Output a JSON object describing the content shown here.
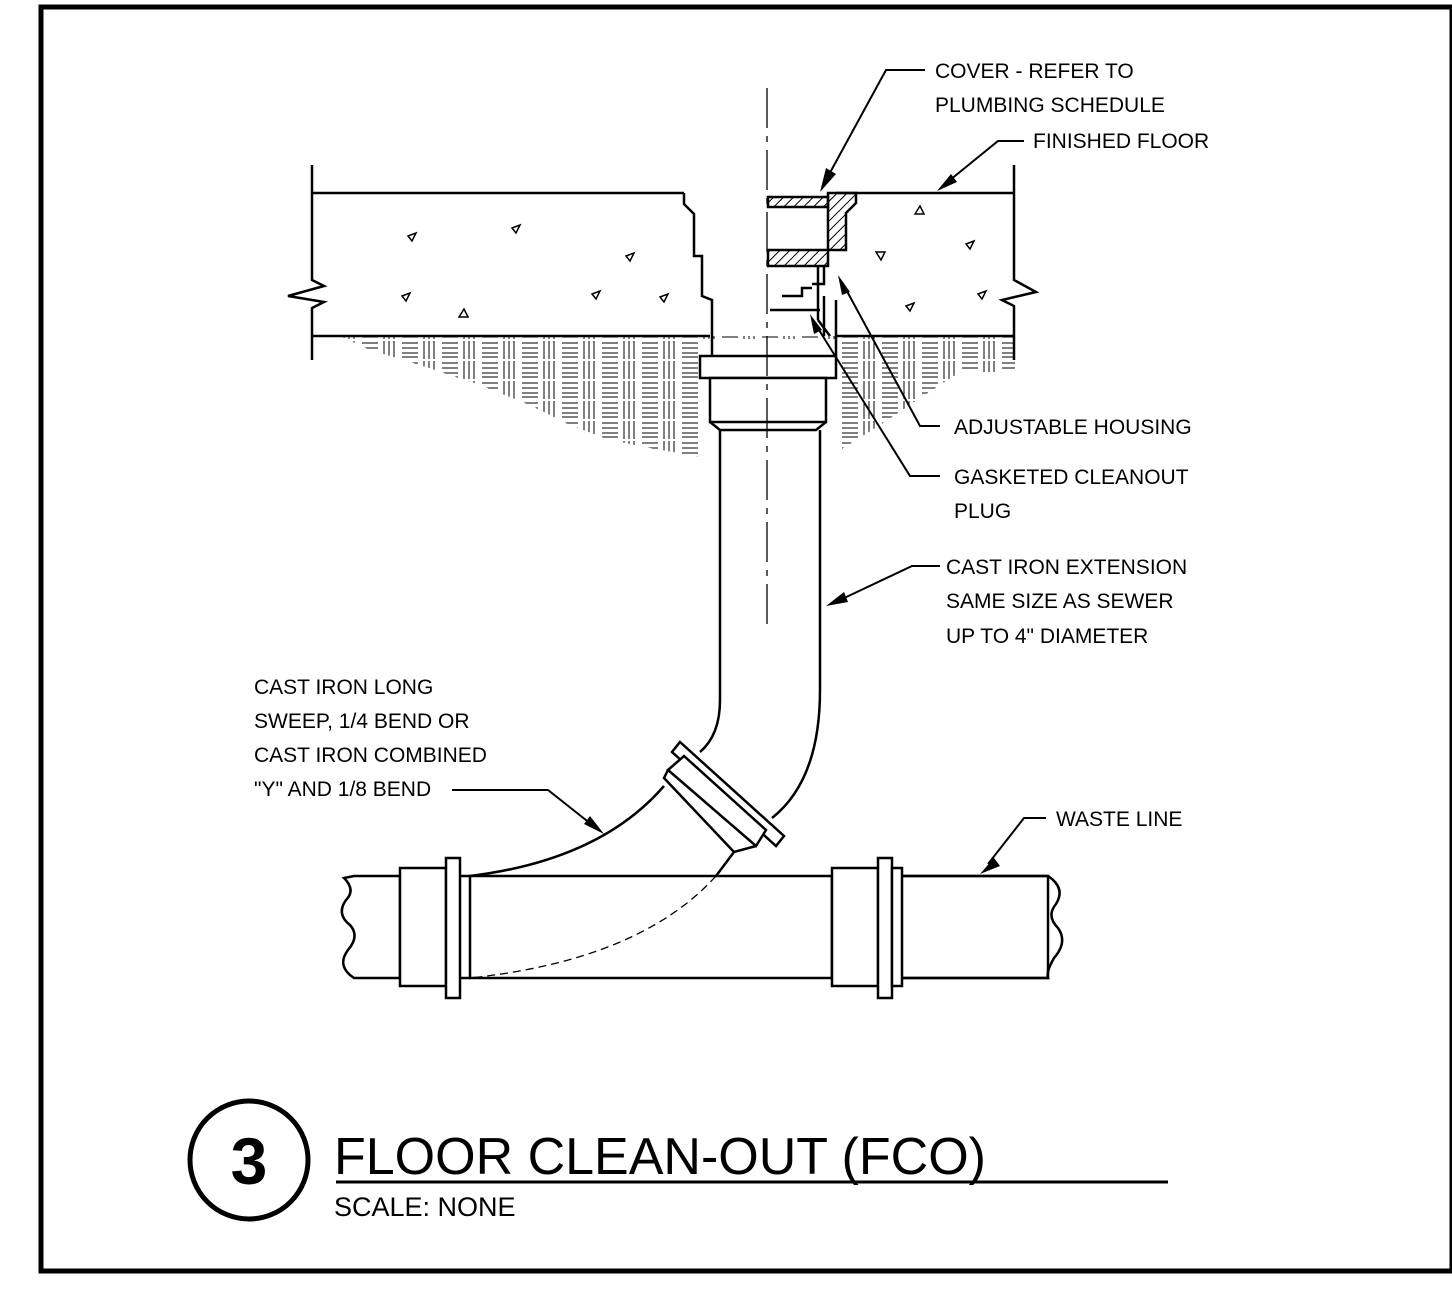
{
  "detail": {
    "number": "3",
    "title": "FLOOR CLEAN-OUT (FCO)",
    "scale": "SCALE: NONE"
  },
  "labels": {
    "cover_line1": "COVER - REFER TO",
    "cover_line2": "PLUMBING SCHEDULE",
    "finished_floor": "FINISHED FLOOR",
    "adjustable_housing": "ADJUSTABLE HOUSING",
    "plug_line1": "GASKETED CLEANOUT",
    "plug_line2": "PLUG",
    "extension_line1": "CAST IRON EXTENSION",
    "extension_line2": "SAME SIZE AS SEWER",
    "extension_line3": "UP TO 4\" DIAMETER",
    "sweep_line1": "CAST IRON LONG",
    "sweep_line2": "SWEEP, 1/4 BEND OR",
    "sweep_line3": "CAST IRON COMBINED",
    "sweep_line4": "\"Y\" AND 1/8 BEND",
    "waste_line": "WASTE LINE"
  }
}
